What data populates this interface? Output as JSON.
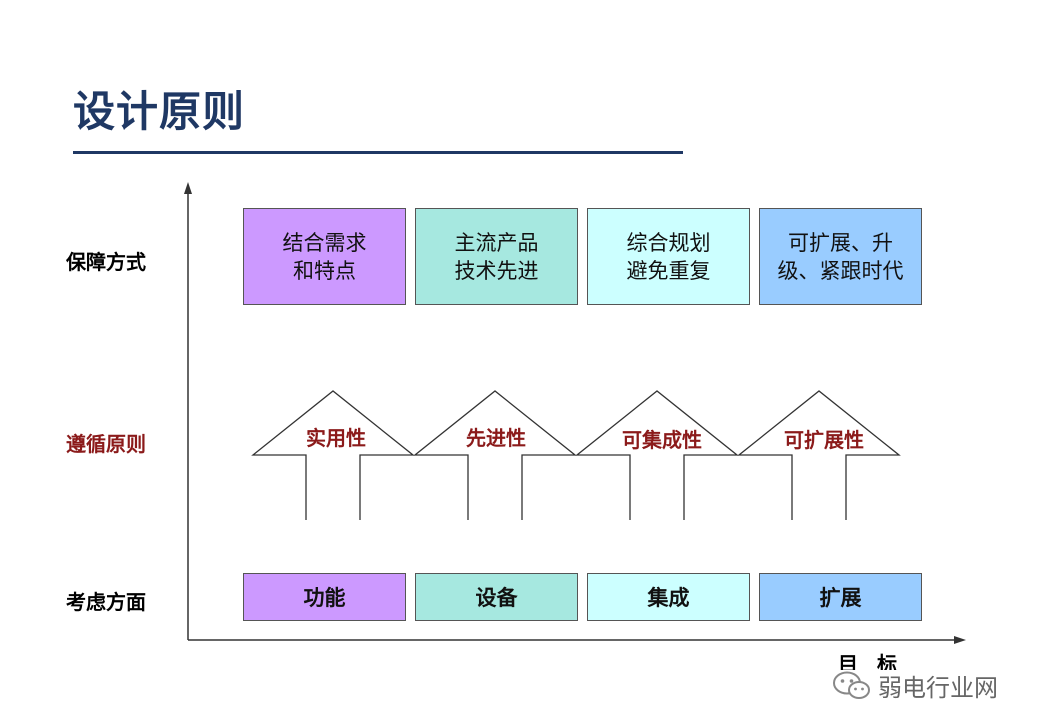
{
  "title": "设计原则",
  "rows": {
    "guarantee": "保障方式",
    "principles": "遵循原则",
    "considerations": "考虑方面"
  },
  "guarantee_boxes": [
    {
      "lines": [
        "结合需求",
        "和特点"
      ],
      "color": "#cc99ff"
    },
    {
      "lines": [
        "主流产品",
        "技术先进"
      ],
      "color": "#a6e8e0"
    },
    {
      "lines": [
        "综合规划",
        "避免重复"
      ],
      "color": "#ccffff"
    },
    {
      "lines": [
        "可扩展、升",
        "级、紧跟时代"
      ],
      "color": "#99ccff"
    }
  ],
  "principles": [
    "实用性",
    "先进性",
    "可集成性",
    "可扩展性"
  ],
  "factors": [
    {
      "label": "功能",
      "color": "#cc99ff"
    },
    {
      "label": "设备",
      "color": "#a6e8e0"
    },
    {
      "label": "集成",
      "color": "#ccffff"
    },
    {
      "label": "扩展",
      "color": "#99ccff"
    }
  ],
  "x_axis_label": "目 标",
  "watermark": "弱电行业网",
  "watermark_icon": "wechat-icon"
}
